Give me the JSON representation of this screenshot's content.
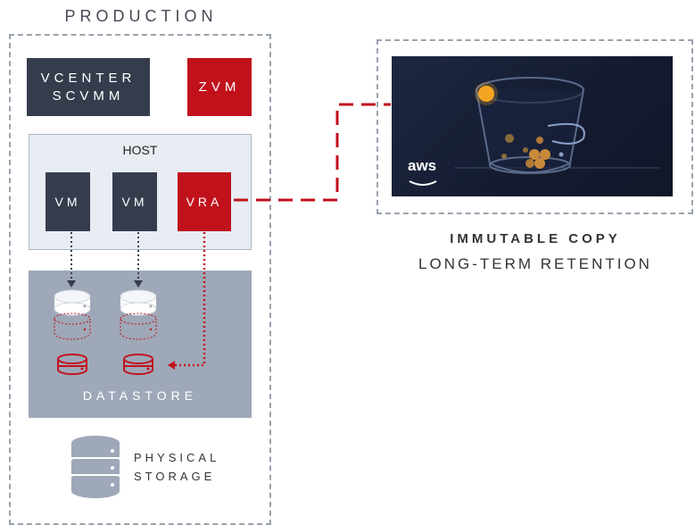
{
  "production": {
    "title": "PRODUCTION",
    "vcenter": {
      "line1": "VCENTER",
      "line2": "SCVMM"
    },
    "zvm": "ZVM",
    "host": {
      "label": "HOST",
      "vms": [
        "VM",
        "VM"
      ],
      "vra": "VRA"
    },
    "datastore": {
      "label": "DATASTORE"
    },
    "physical_storage": {
      "line1": "PHYSICAL",
      "line2": "STORAGE"
    }
  },
  "cloud": {
    "logo_text": "aws",
    "title": "IMMUTABLE COPY",
    "subtitle": "LONG-TERM RETENTION"
  },
  "colors": {
    "dark_box": "#353d4d",
    "accent_red": "#c1121c",
    "host_bg": "#e8ecf3",
    "datastore_bg": "#9ea8b8",
    "dashed_border": "#9aa3af",
    "aws_bg": "#1a2238"
  }
}
